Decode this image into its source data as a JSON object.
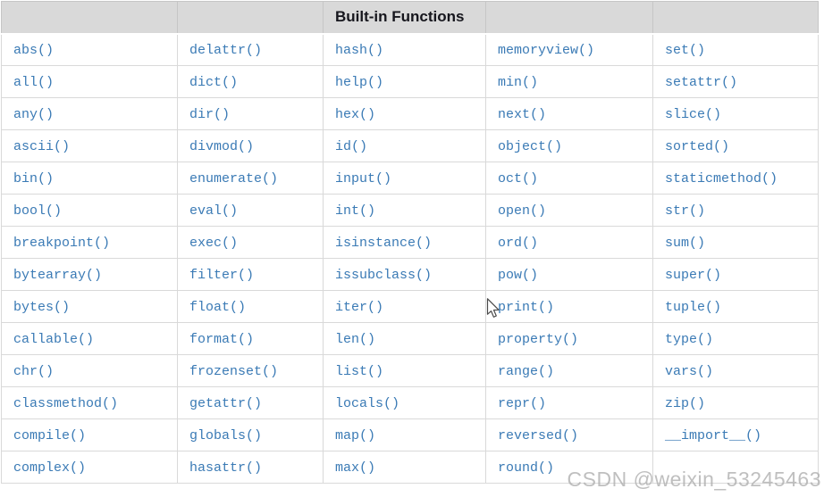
{
  "table": {
    "header_title": "Built-in Functions",
    "rows": [
      [
        "abs()",
        "delattr()",
        "hash()",
        "memoryview()",
        "set()"
      ],
      [
        "all()",
        "dict()",
        "help()",
        "min()",
        "setattr()"
      ],
      [
        "any()",
        "dir()",
        "hex()",
        "next()",
        "slice()"
      ],
      [
        "ascii()",
        "divmod()",
        "id()",
        "object()",
        "sorted()"
      ],
      [
        "bin()",
        "enumerate()",
        "input()",
        "oct()",
        "staticmethod()"
      ],
      [
        "bool()",
        "eval()",
        "int()",
        "open()",
        "str()"
      ],
      [
        "breakpoint()",
        "exec()",
        "isinstance()",
        "ord()",
        "sum()"
      ],
      [
        "bytearray()",
        "filter()",
        "issubclass()",
        "pow()",
        "super()"
      ],
      [
        "bytes()",
        "float()",
        "iter()",
        "print()",
        "tuple()"
      ],
      [
        "callable()",
        "format()",
        "len()",
        "property()",
        "type()"
      ],
      [
        "chr()",
        "frozenset()",
        "list()",
        "range()",
        "vars()"
      ],
      [
        "classmethod()",
        "getattr()",
        "locals()",
        "repr()",
        "zip()"
      ],
      [
        "compile()",
        "globals()",
        "map()",
        "reversed()",
        "__import__()"
      ],
      [
        "complex()",
        "hasattr()",
        "max()",
        "round()",
        ""
      ]
    ]
  },
  "watermark": "CSDN @weixin_53245463",
  "cursor": "arrow-pointer",
  "colors": {
    "link_blue": "#3a7ab5",
    "header_bg": "#d9d9d9",
    "header_text": "#16161d",
    "grid_line": "#d9d9d9",
    "grid_line_dark": "#c6c6c6",
    "watermark_gray": "#b0b0b0"
  }
}
